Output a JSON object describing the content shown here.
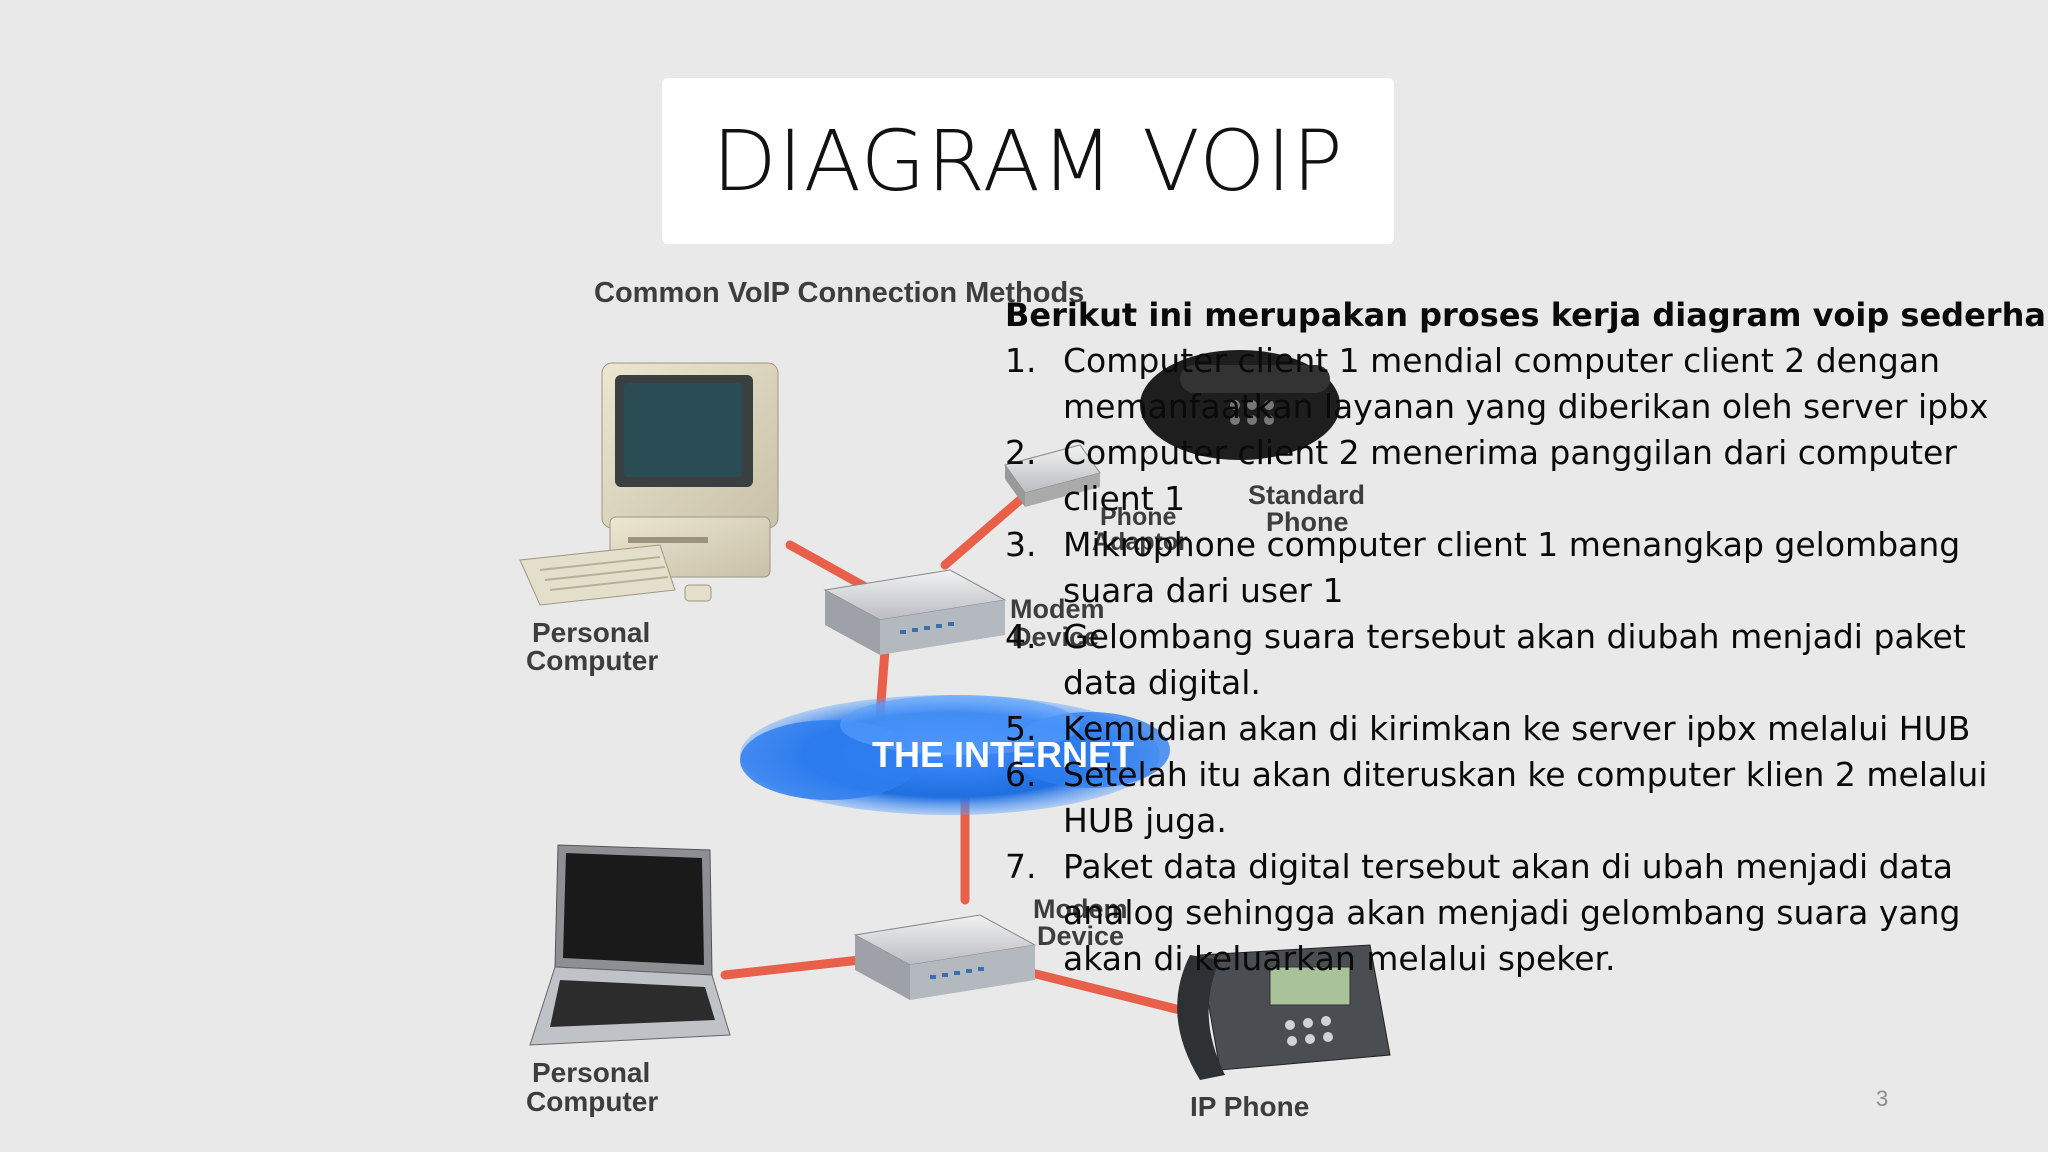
{
  "slide": {
    "title": "DIAGRAM VOIP",
    "page_number": "3"
  },
  "diagram": {
    "heading": "Common VoIP Connection Methods",
    "labels": {
      "pc_top_1": "Personal",
      "pc_top_2": "Computer",
      "pc_bottom_1": "Personal",
      "pc_bottom_2": "Computer",
      "standard_phone_1": "Standard",
      "standard_phone_2": "Phone",
      "phone_adaptor_1": "Phone",
      "phone_adaptor_2": "Adaptor",
      "modem_top_1": "Modem",
      "modem_top_2": "Device",
      "modem_bottom_1": "Modem",
      "modem_bottom_2": "Device",
      "internet": "THE INTERNET",
      "ip_phone": "IP Phone"
    },
    "colors": {
      "link": "#e8604a",
      "internet_blue": "#1f6fe0"
    }
  },
  "content": {
    "intro": "Berikut ini merupakan proses kerja diagram voip sederhana :",
    "steps": [
      {
        "num": "1.",
        "text": "Computer client 1 mendial computer client 2 dengan memanfaatkan layanan yang diberikan oleh server ipbx"
      },
      {
        "num": "2.",
        "text": "Computer client 2 menerima panggilan dari computer client 1"
      },
      {
        "num": "3.",
        "text": "Mikrophone computer client 1 menangkap gelombang suara dari user 1"
      },
      {
        "num": "4.",
        "text": "Gelombang suara tersebut akan diubah menjadi paket data digital."
      },
      {
        "num": "5.",
        "text": "Kemudian akan di kirimkan ke server ipbx melalui HUB"
      },
      {
        "num": "6.",
        "text": "Setelah itu akan diteruskan ke computer klien 2 melalui HUB juga."
      },
      {
        "num": "7.",
        "text": "Paket data digital tersebut akan di ubah menjadi data analog sehingga akan menjadi gelombang suara yang akan di keluarkan melalui speker."
      }
    ]
  }
}
